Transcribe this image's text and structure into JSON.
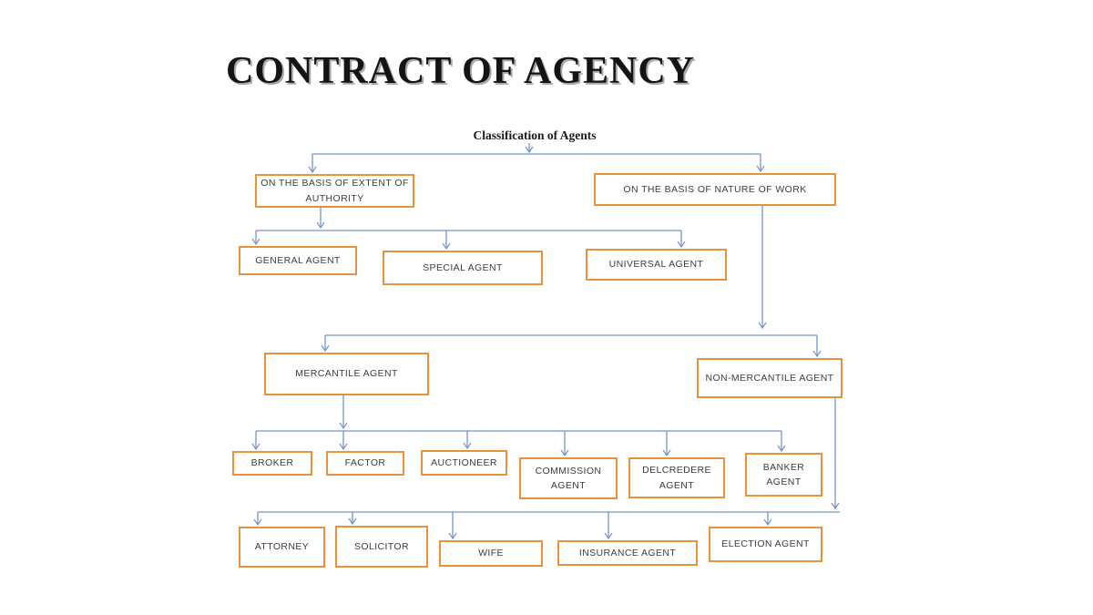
{
  "page": {
    "title": "CONTRACT OF AGENCY"
  },
  "diagram": {
    "heading": "Classification of Agents",
    "nodes": {
      "extent_of_authority": "ON THE BASIS OF EXTENT OF AUTHORITY",
      "nature_of_work": "ON THE BASIS OF NATURE OF WORK",
      "general": "GENERAL AGENT",
      "special": "SPECIAL AGENT",
      "universal": "UNIVERSAL AGENT",
      "mercantile": "MERCANTILE AGENT",
      "non_mercantile": "NON-MERCANTILE AGENT",
      "broker": "BROKER",
      "factor": "FACTOR",
      "auctioneer": "AUCTIONEER",
      "commission": "COMMISSION AGENT",
      "delcredere": "DELCREDERE AGENT",
      "banker": "BANKER AGENT",
      "attorney": "ATTORNEY",
      "solicitor": "SOLICITOR",
      "wife": "WIFE",
      "insurance": "INSURANCE AGENT",
      "election": "ELECTION AGENT"
    },
    "edges": [
      [
        "heading",
        "extent_of_authority"
      ],
      [
        "heading",
        "nature_of_work"
      ],
      [
        "extent_of_authority",
        "general"
      ],
      [
        "extent_of_authority",
        "special"
      ],
      [
        "extent_of_authority",
        "universal"
      ],
      [
        "nature_of_work",
        "mercantile"
      ],
      [
        "nature_of_work",
        "non_mercantile"
      ],
      [
        "mercantile",
        "broker"
      ],
      [
        "mercantile",
        "factor"
      ],
      [
        "mercantile",
        "auctioneer"
      ],
      [
        "mercantile",
        "commission"
      ],
      [
        "mercantile",
        "delcredere"
      ],
      [
        "mercantile",
        "banker"
      ],
      [
        "non_mercantile",
        "attorney"
      ],
      [
        "non_mercantile",
        "solicitor"
      ],
      [
        "non_mercantile",
        "wife"
      ],
      [
        "non_mercantile",
        "insurance"
      ],
      [
        "non_mercantile",
        "election"
      ]
    ]
  },
  "colors": {
    "box_border": "#E8923D",
    "line": "#7695C6",
    "box_text": "#3D3D3D",
    "heading_text": "#1B1B1B",
    "title_text": "#141414",
    "title_shadow": "#A9A9A9",
    "background": "#FFFFFF"
  }
}
